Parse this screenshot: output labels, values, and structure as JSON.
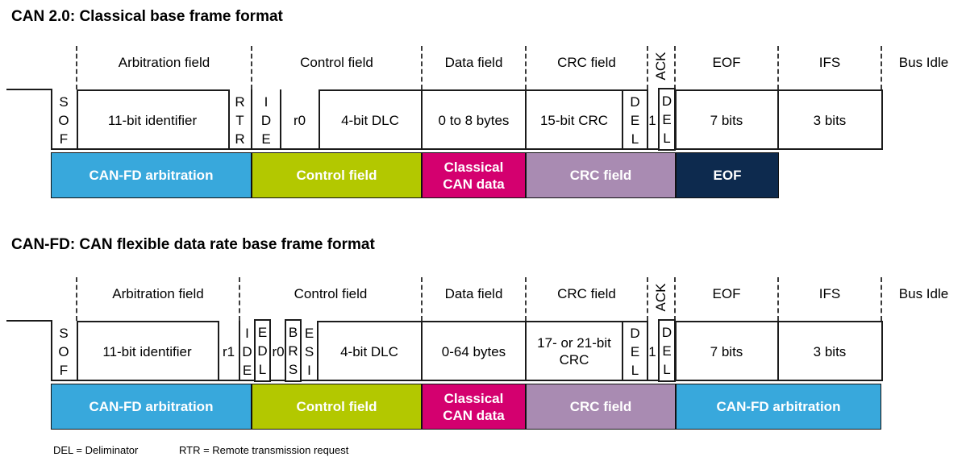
{
  "colors": {
    "blue": "#38A8DC",
    "green": "#B3C800",
    "magenta": "#D4006F",
    "purple": "#A98BB2",
    "navy": "#0D2A4E"
  },
  "diagram1": {
    "title": "CAN 2.0: Classical base frame format",
    "headers": {
      "arbitration": "Arbitration field",
      "control": "Control field",
      "data": "Data field",
      "crc": "CRC field",
      "ack": "ACK",
      "eof": "EOF",
      "ifs": "IFS",
      "bus_idle": "Bus Idle"
    },
    "cells": {
      "sof": "SOF",
      "identifier": "11-bit identifier",
      "rtr": "RTR",
      "ide": "IDE",
      "r0": "r0",
      "dlc": "4-bit DLC",
      "data": "0 to 8 bytes",
      "crc": "15-bit CRC",
      "crc_del": "DEL",
      "ack_slot": "1",
      "ack_del": "DEL",
      "eof": "7 bits",
      "ifs": "3 bits"
    },
    "bar": {
      "arbitration": "CAN-FD arbitration",
      "control": "Control field",
      "data": "Classical\nCAN data",
      "crc": "CRC field",
      "eof": "EOF"
    }
  },
  "diagram2": {
    "title": "CAN-FD: CAN flexible data rate base frame format",
    "headers": {
      "arbitration": "Arbitration field",
      "control": "Control field",
      "data": "Data field",
      "crc": "CRC field",
      "ack": "ACK",
      "eof": "EOF",
      "ifs": "IFS",
      "bus_idle": "Bus Idle"
    },
    "cells": {
      "sof": "SOF",
      "identifier": "11-bit identifier",
      "r1": "r1",
      "ide": "IDE",
      "edl": "EDL",
      "r0": "r0",
      "brs": "BRS",
      "esi": "ESI",
      "dlc": "4-bit DLC",
      "data": "0-64 bytes",
      "crc": "17- or 21-bit\nCRC",
      "crc_del": "DEL",
      "ack_slot": "1",
      "ack_del": "DEL",
      "eof": "7 bits",
      "ifs": "3 bits"
    },
    "bar": {
      "arbitration": "CAN-FD arbitration",
      "control": "Control field",
      "data": "Classical\nCAN data",
      "crc": "CRC field",
      "eof": "CAN-FD arbitration"
    }
  },
  "legend": {
    "del": "DEL = Deliminator",
    "rtr": "RTR = Remote transmission request"
  }
}
